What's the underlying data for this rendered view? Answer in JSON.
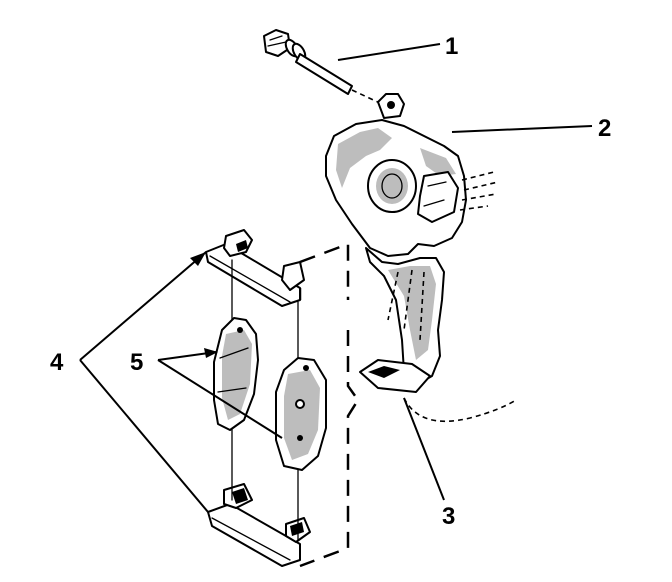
{
  "callouts": [
    {
      "id": "1",
      "label": "1"
    },
    {
      "id": "2",
      "label": "2"
    },
    {
      "id": "3",
      "label": "3"
    },
    {
      "id": "4",
      "label": "4"
    },
    {
      "id": "5",
      "label": "5"
    }
  ],
  "colors": {
    "ink": "#000000",
    "shade": "#bdbdbd",
    "background": "#ffffff"
  }
}
